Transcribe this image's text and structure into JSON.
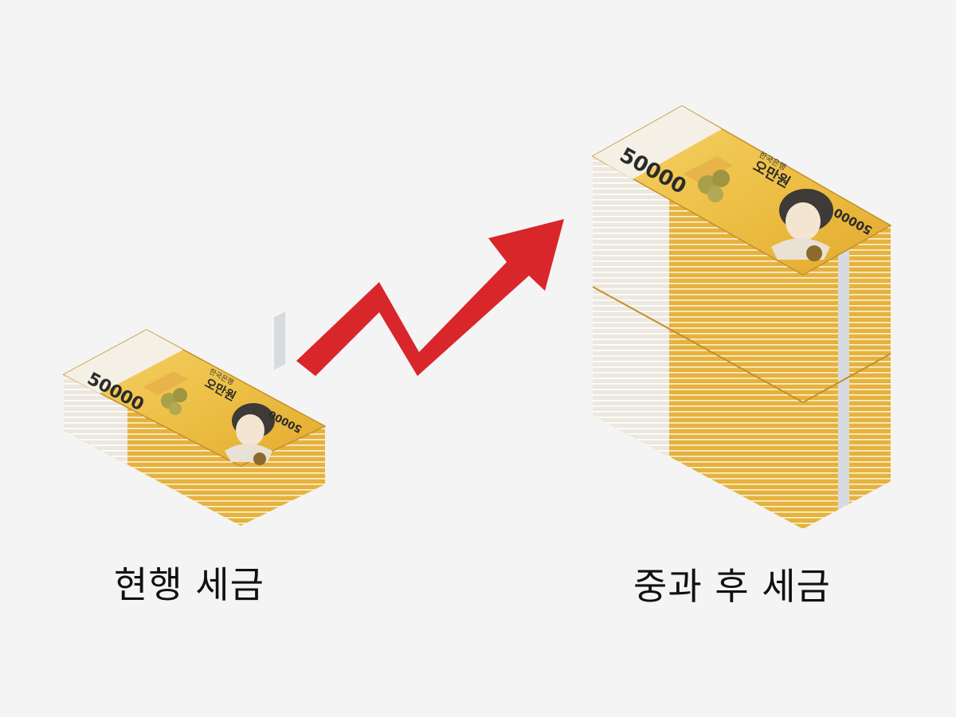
{
  "colors": {
    "background": "#f4f4f4",
    "note_gold": "#e9b83b",
    "note_gold_dark": "#c98f1c",
    "note_paper": "#f3efe6",
    "arrow_red": "#d9262b",
    "text": "#111111"
  },
  "small_stack": {
    "label": "현행 세금",
    "note": {
      "denomination": "50000",
      "denomination_small": "50000",
      "bank_name": "한국은행",
      "note_name": "오만원"
    }
  },
  "large_stack": {
    "label": "중과 후 세금",
    "note": {
      "denomination": "50000",
      "denomination_small": "50000",
      "bank_name": "한국은행",
      "note_name": "오만원"
    }
  },
  "arrow": {
    "icon": "trend-up-arrow-icon",
    "direction": "up-right"
  }
}
